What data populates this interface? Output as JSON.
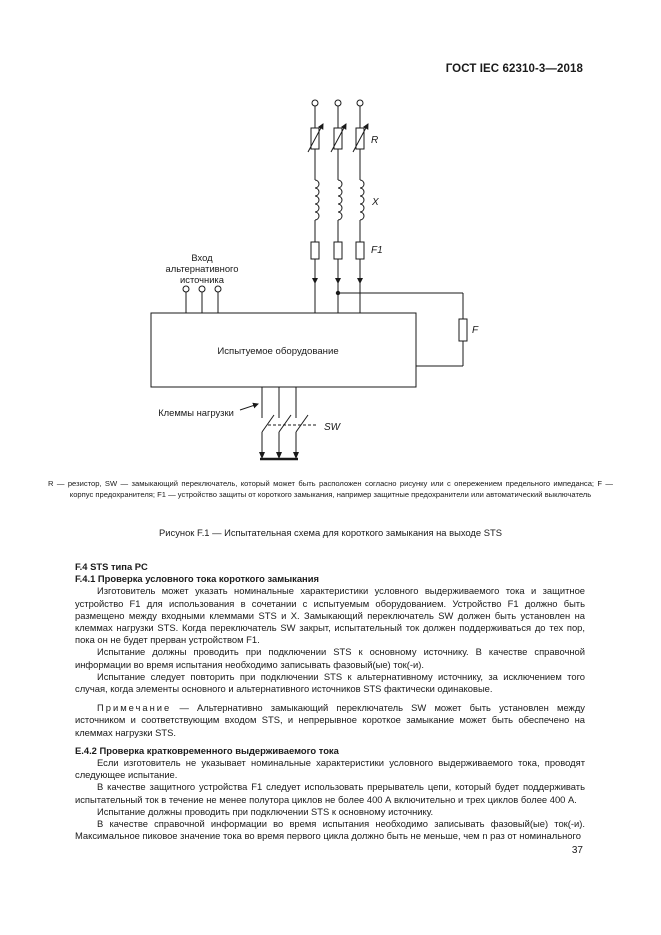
{
  "header": {
    "standard": "ГОСТ IEC 62310-3—2018"
  },
  "figure": {
    "labels": {
      "r": "R",
      "x": "X",
      "f1": "F1",
      "f": "F",
      "sw": "SW",
      "alt_input_l1": "Вход",
      "alt_input_l2": "альтернативного",
      "alt_input_l3": "источника",
      "equipment": "Испытуемое оборудование",
      "load_terminals": "Клеммы нагрузки"
    },
    "legend": "R — резистор, SW — замыкающий переключатель, который может быть расположен согласно рисунку или с опережением предельного импеданса; F — корпус предохранителя; F1 — устройство защиты от короткого замыкания, например защитные предохранители или автоматический выключатель",
    "caption": "Рисунок F.1 — Испытательная схема для короткого замыкания на выходе STS"
  },
  "section": {
    "f4_title": "F.4 STS типа PC",
    "f41_title": "F.4.1 Проверка условного тока короткого замыкания",
    "f41_p1": "Изготовитель может указать номинальные характеристики условного выдерживаемого тока и защитное устройство F1 для использования в сочетании с испытуемым оборудованием. Устройство F1 должно быть размещено между входными клеммами STS и X. Замыкающий переключатель SW должен быть установлен на клеммах нагрузки STS. Когда переключатель SW закрыт, испытательный ток должен поддерживаться до тех пор, пока он не будет прерван устройством F1.",
    "f41_p2": "Испытание должны проводить при подключении STS к основному источнику. В качестве справочной информации во время испытания необходимо записывать фазовый(ые) ток(-и).",
    "f41_p3": "Испытание следует повторить при подключении STS к альтернативному источнику, за исключением того случая, когда элементы основного и альтернативного источников STS фактически одинаковые.",
    "note_key": "Примечание",
    "note_text": " — Альтернативно замыкающий переключатель SW может быть установлен между источником и соответствующим входом STS, и непрерывное короткое замыкание может быть обеспечено на клеммах нагрузки STS.",
    "e42_title": "E.4.2 Проверка кратковременного выдерживаемого тока",
    "e42_p1": "Если изготовитель не указывает номинальные характеристики условного выдерживаемого тока, проводят следующее испытание.",
    "e42_p2": "В качестве защитного устройства F1 следует использовать прерыватель цепи, который будет поддерживать испытательный ток в течение не менее полутора циклов не более 400 А включительно и трех циклов более 400 А.",
    "e42_p3": "Испытание должны проводить при подключении STS к основному источнику.",
    "e42_p4": "В качестве справочной информации во время испытания необходимо записывать фазовый(ые) ток(-и). Максимальное пиковое значение тока во время первого цикла должно быть не меньше, чем n раз от номинального"
  },
  "page_number": "37"
}
